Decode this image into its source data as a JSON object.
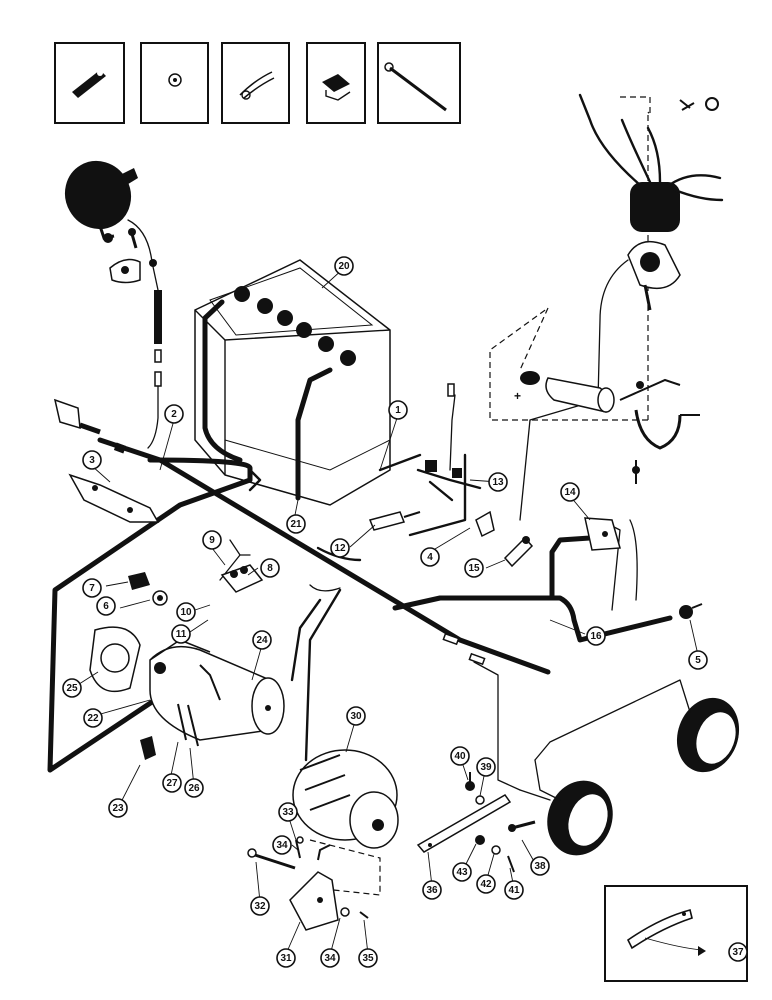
{
  "diagram": {
    "callouts": [
      {
        "id": "1"
      },
      {
        "id": "2"
      },
      {
        "id": "3"
      },
      {
        "id": "4"
      },
      {
        "id": "5"
      },
      {
        "id": "6"
      },
      {
        "id": "7"
      },
      {
        "id": "8"
      },
      {
        "id": "9"
      },
      {
        "id": "10"
      },
      {
        "id": "11"
      },
      {
        "id": "12"
      },
      {
        "id": "13"
      },
      {
        "id": "14"
      },
      {
        "id": "15"
      },
      {
        "id": "16"
      },
      {
        "id": "20"
      },
      {
        "id": "21"
      },
      {
        "id": "22"
      },
      {
        "id": "23"
      },
      {
        "id": "24"
      },
      {
        "id": "25"
      },
      {
        "id": "26"
      },
      {
        "id": "27"
      },
      {
        "id": "30"
      },
      {
        "id": "31"
      },
      {
        "id": "32"
      },
      {
        "id": "33"
      },
      {
        "id": "34"
      },
      {
        "id": "34"
      },
      {
        "id": "35"
      },
      {
        "id": "36"
      },
      {
        "id": "37"
      },
      {
        "id": "38"
      },
      {
        "id": "39"
      },
      {
        "id": "40"
      },
      {
        "id": "41"
      },
      {
        "id": "42"
      },
      {
        "id": "43"
      }
    ],
    "polarity_mark": "+"
  }
}
